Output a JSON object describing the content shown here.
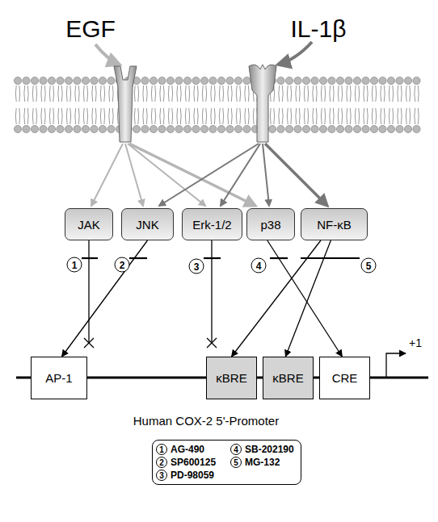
{
  "diagram": {
    "nodes": [
      {
        "text": [
          "JAK"
        ]
      },
      {
        "text": [
          "JNK"
        ]
      },
      {
        "text": [
          "Erk-1/2"
        ]
      },
      {
        "text": [
          "p38"
        ]
      },
      {
        "text": [
          "NF-κB"
        ]
      },
      {
        "text": [
          "AP-1"
        ]
      },
      {
        "text": [
          "κBRE"
        ]
      },
      {
        "text": [
          "κBRE"
        ]
      },
      {
        "text": [
          "CRE"
        ]
      },
      {
        "text": [
          "AG-490",
          "SP600125",
          "PD-98059",
          "SB-202190",
          "MG-132"
        ]
      }
    ],
    "edges": [
      {
        "from": 1,
        "to": 5,
        "arrow": "to"
      },
      {
        "from": 3,
        "to": 8,
        "arrow": "to"
      },
      {
        "from": 4,
        "to": 6,
        "arrow": "to"
      },
      {
        "from": 4,
        "to": 7,
        "arrow": "to"
      }
    ],
    "labels": [
      "EGF",
      "IL-1β",
      "1",
      "2",
      "3",
      "4",
      "5",
      "+1",
      "Human COX-2 5'-Promoter",
      "1",
      "2",
      "3",
      "4",
      "5"
    ]
  }
}
